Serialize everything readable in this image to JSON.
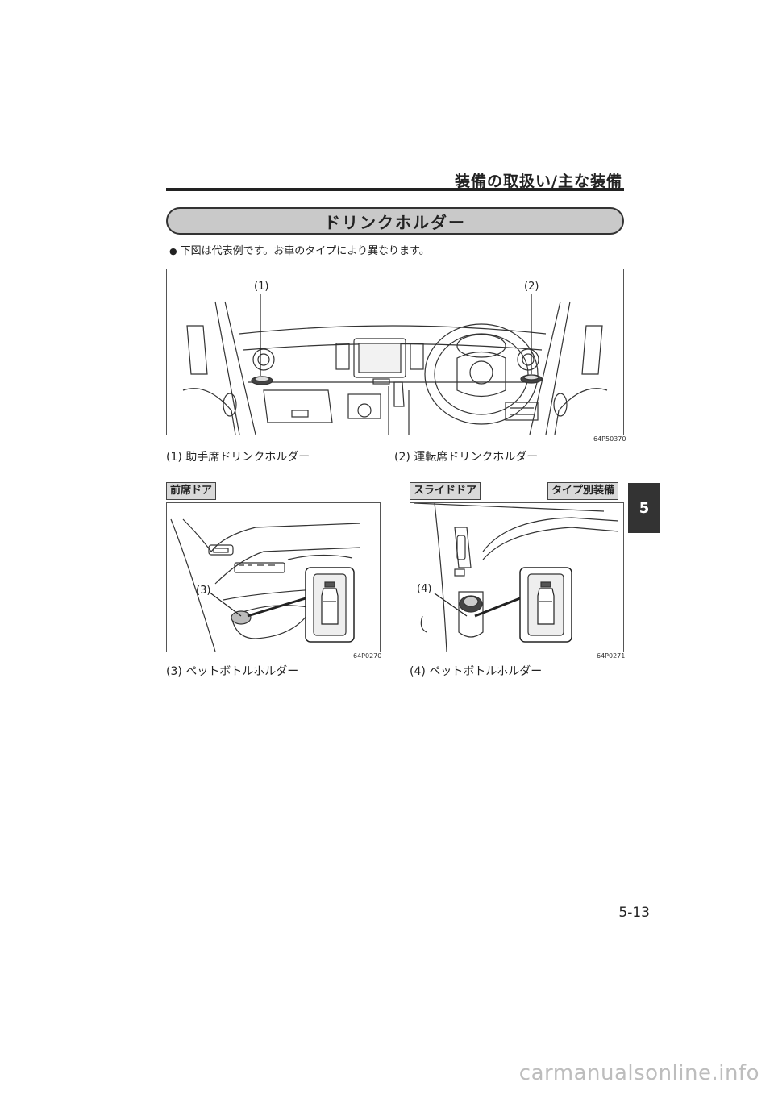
{
  "header": {
    "title": "装備の取扱い/主な装備"
  },
  "section": {
    "title": "ドリンクホルダー"
  },
  "note": {
    "bullet": "●",
    "text": "下図は代表例です。お車のタイプにより異なります。"
  },
  "figure_dash": {
    "code": "64P50370",
    "callouts": [
      "(1)",
      "(2)"
    ],
    "captions": [
      "(1) 助手席ドリンクホルダー",
      "(2) 運転席ドリンクホルダー"
    ]
  },
  "figure_front_door": {
    "tag": "前席ドア",
    "code": "64P0270",
    "callout": "(3)",
    "caption": "(3) ペットボトルホルダー"
  },
  "figure_slide_door": {
    "tag": "スライドドア",
    "tag_type": "タイプ別装備",
    "code": "64P0271",
    "callout": "(4)",
    "caption": "(4) ペットボトルホルダー"
  },
  "side_tab": {
    "chapter": "5"
  },
  "page": {
    "number": "5-13"
  },
  "watermark": {
    "text": "carmanualsonline.info"
  }
}
